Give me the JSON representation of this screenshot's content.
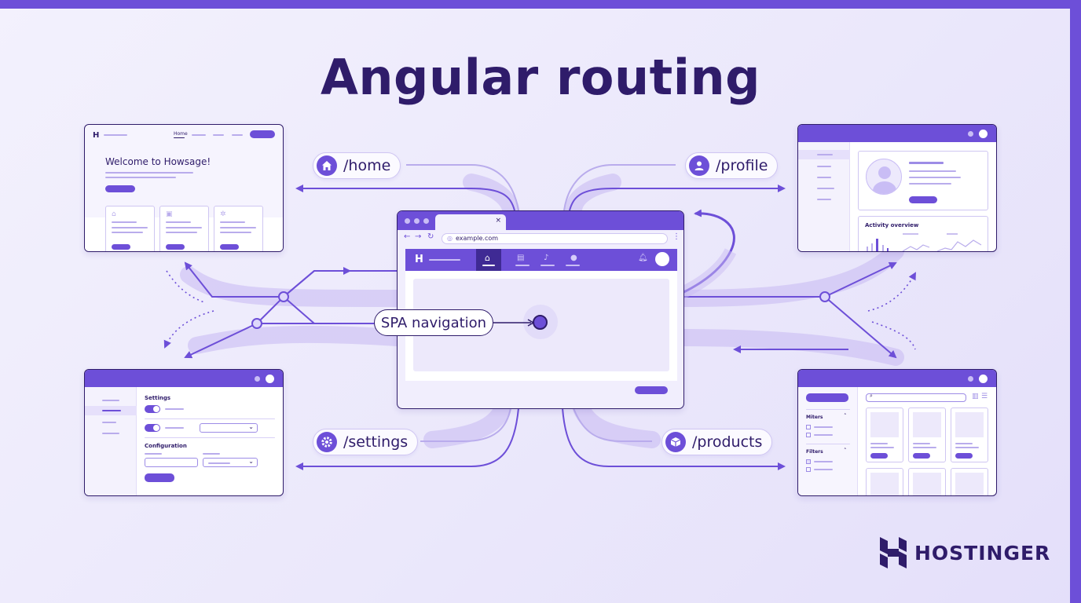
{
  "title": "Angular routing",
  "routes": {
    "home": "/home",
    "profile": "/profile",
    "settings": "/settings",
    "products": "/products"
  },
  "center": {
    "url": "example.com",
    "spa_label": "SPA navigation"
  },
  "home_page": {
    "nav_home": "Home",
    "welcome": "Welcome to Howsage!"
  },
  "profile_page": {
    "activity": "Activity overview"
  },
  "settings_page": {
    "settings": "Settings",
    "configuration": "Configuration"
  },
  "products_page": {
    "filter1": "Miters",
    "filter2": "Filters"
  },
  "brand": {
    "name": "HOSTINGER"
  },
  "colors": {
    "accent": "#6d4fd8",
    "dark": "#2f1c6a",
    "light": "#c9bdf5"
  }
}
